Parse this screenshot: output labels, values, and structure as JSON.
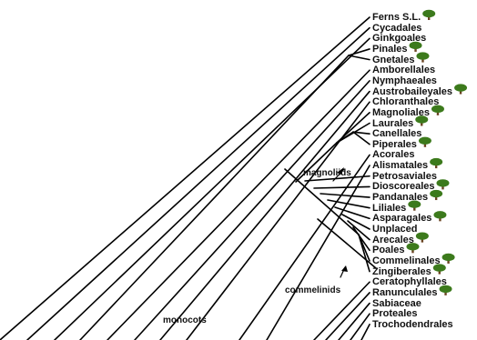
{
  "tree": {
    "line_color": "#000000",
    "tree_icon_name": "tree-icon",
    "tree_icon_canopy_color": "#3c7a1c",
    "tree_icon_trunk_color": "#6b4423"
  },
  "taxa": [
    {
      "label": "Ferns S.L.",
      "tree": true
    },
    {
      "label": "Cycadales",
      "tree": false
    },
    {
      "label": "Ginkgoales",
      "tree": false
    },
    {
      "label": "Pinales",
      "tree": true
    },
    {
      "label": "Gnetales",
      "tree": true
    },
    {
      "label": "Amborellales",
      "tree": false
    },
    {
      "label": "Nymphaeales",
      "tree": false
    },
    {
      "label": "Austrobaileyales",
      "tree": true
    },
    {
      "label": "Chloranthales",
      "tree": false
    },
    {
      "label": "Magnoliales",
      "tree": true
    },
    {
      "label": "Laurales",
      "tree": true
    },
    {
      "label": "Canellales",
      "tree": false
    },
    {
      "label": "Piperales",
      "tree": true
    },
    {
      "label": "Acorales",
      "tree": false
    },
    {
      "label": "Alismatales",
      "tree": true
    },
    {
      "label": "Petrosaviales",
      "tree": false
    },
    {
      "label": "Dioscoreales",
      "tree": true
    },
    {
      "label": "Pandanales",
      "tree": true
    },
    {
      "label": "Liliales",
      "tree": true
    },
    {
      "label": "Asparagales",
      "tree": true
    },
    {
      "label": "Unplaced",
      "tree": false
    },
    {
      "label": "Arecales",
      "tree": true
    },
    {
      "label": "Poales",
      "tree": true
    },
    {
      "label": "Commelinales",
      "tree": true
    },
    {
      "label": "Zingiberales",
      "tree": true
    },
    {
      "label": "Ceratophyllales",
      "tree": false
    },
    {
      "label": "Ranunculales",
      "tree": true
    },
    {
      "label": "Sabiaceae",
      "tree": false
    },
    {
      "label": "Proteales",
      "tree": false
    },
    {
      "label": "Trochodendrales",
      "tree": false
    }
  ],
  "clade_labels": {
    "magnoliids": "magnoliids",
    "commelinids": "commelinids",
    "monocots": "monocots"
  }
}
